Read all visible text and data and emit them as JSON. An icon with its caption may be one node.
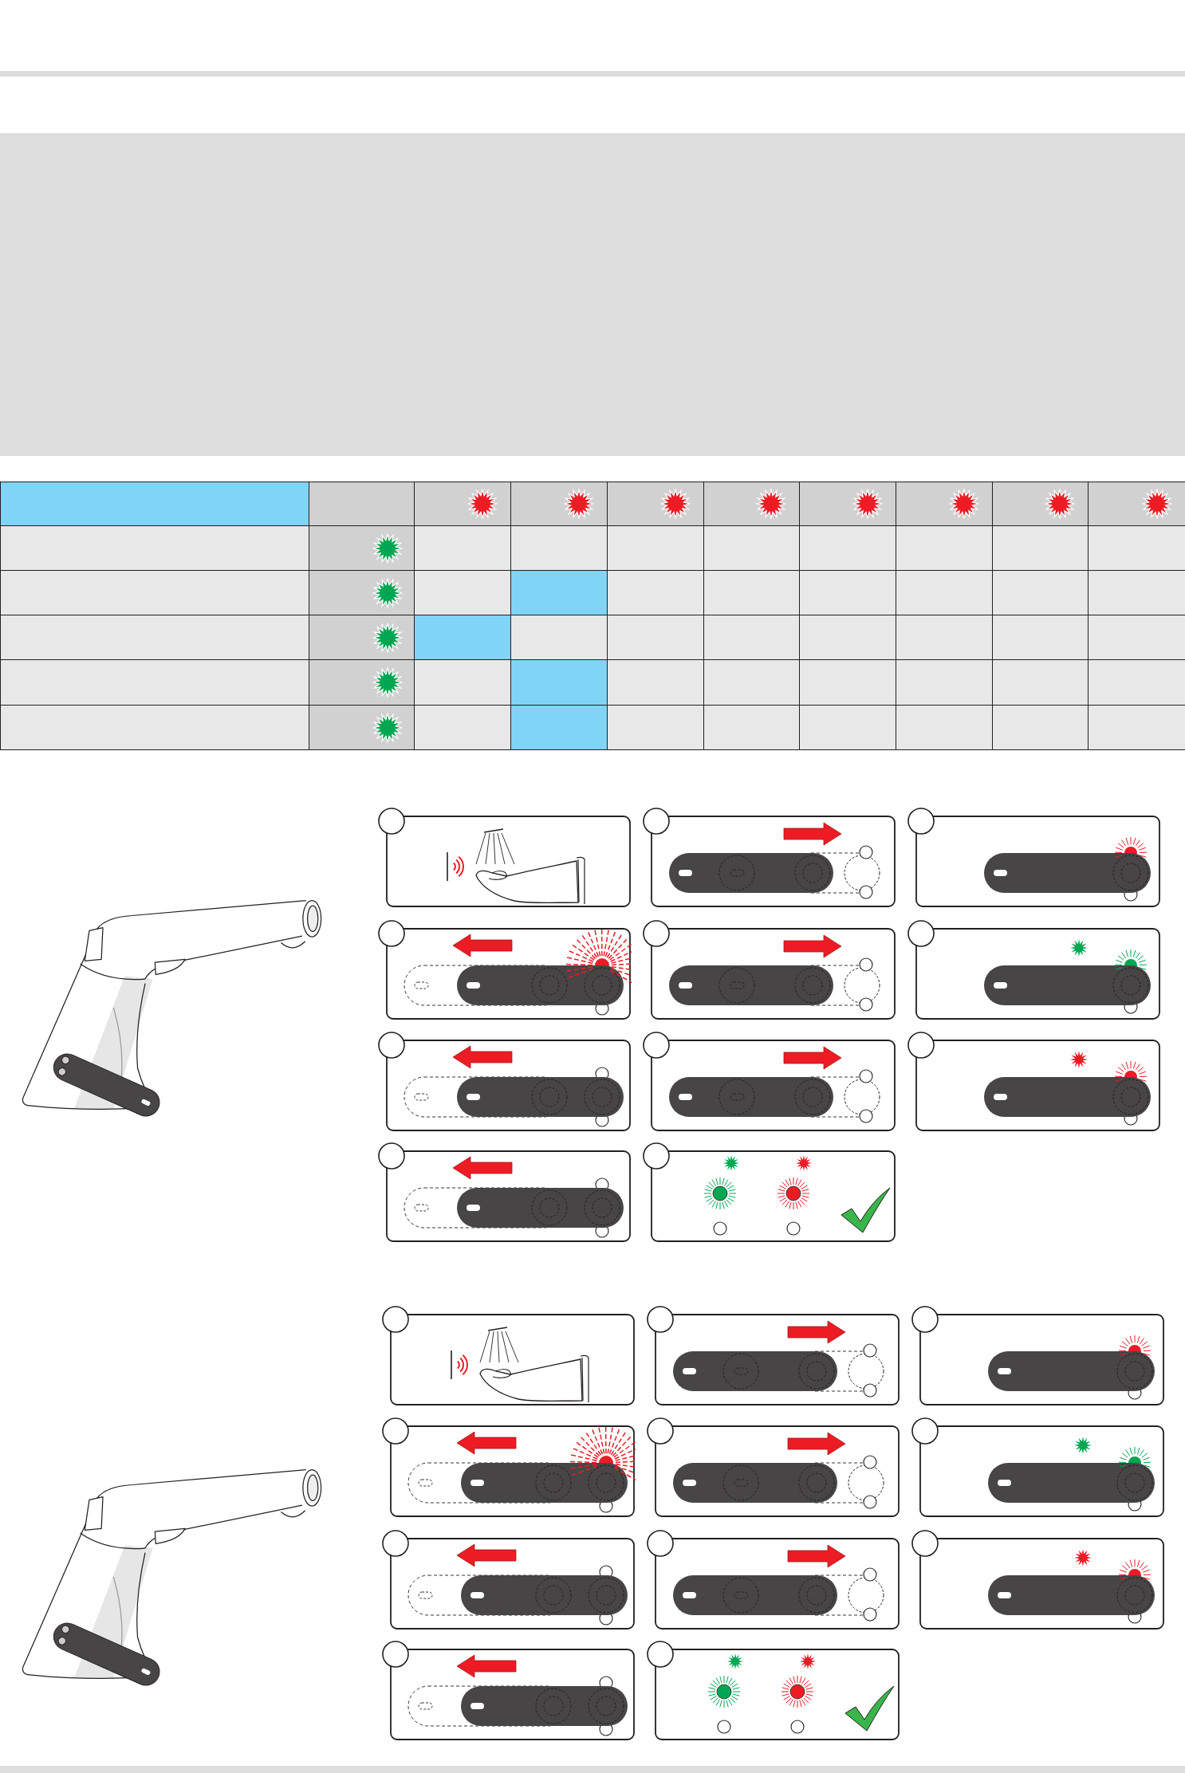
{
  "diagram": {
    "nodes": [
      {
        "text": [],
        "shape": "box"
      },
      {
        "text": [],
        "shape": "box"
      },
      {
        "text": [],
        "shape": "box"
      },
      {
        "text": [],
        "shape": "box"
      },
      {
        "text": [],
        "shape": "box"
      },
      {
        "text": [],
        "shape": "box"
      },
      {
        "text": [],
        "shape": "box"
      },
      {
        "text": [],
        "shape": "box"
      },
      {
        "text": [],
        "shape": "box"
      },
      {
        "text": [],
        "shape": "box"
      },
      {
        "text": [],
        "shape": "box"
      },
      {
        "text": [],
        "shape": "box"
      },
      {
        "text": [],
        "shape": "box"
      },
      {
        "text": [],
        "shape": "box"
      },
      {
        "text": [],
        "shape": "box"
      },
      {
        "text": [],
        "shape": "box"
      },
      {
        "text": [],
        "shape": "box"
      },
      {
        "text": [],
        "shape": "box"
      },
      {
        "text": [],
        "shape": "box"
      },
      {
        "text": [],
        "shape": "box"
      },
      {
        "text": [],
        "shape": "box"
      },
      {
        "text": [],
        "shape": "box"
      }
    ]
  }
}
